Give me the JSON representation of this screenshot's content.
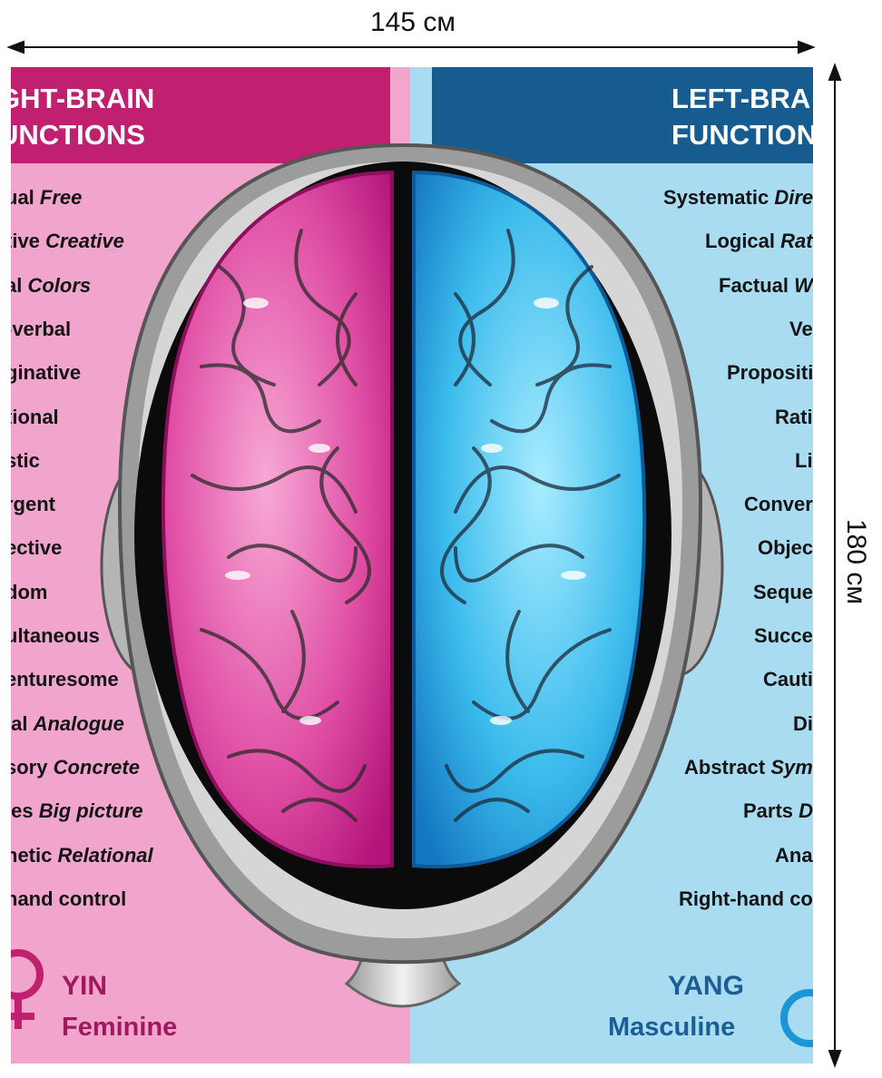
{
  "dimensions": {
    "width_label": "145 см",
    "height_label": "180 см"
  },
  "colors": {
    "right_brain_bg": "#f1a5cc",
    "right_brain_header": "#c0206f",
    "left_brain_bg": "#a9dcf1",
    "left_brain_header": "#175c91",
    "yin_text": "#a0195f",
    "yang_text": "#1b5e93"
  },
  "right_brain": {
    "title_line1": "GHT-BRAIN",
    "title_line2": "UNCTIONS",
    "items": [
      {
        "text": "ual",
        "italic": "Free"
      },
      {
        "text": "tive",
        "italic": "Creative"
      },
      {
        "text": "al",
        "italic": "Colors"
      },
      {
        "text": "-verbal",
        "italic": ""
      },
      {
        "text": "ginative",
        "italic": ""
      },
      {
        "text": "tional",
        "italic": ""
      },
      {
        "text": "stic",
        "italic": ""
      },
      {
        "text": "rgent",
        "italic": ""
      },
      {
        "text": "ective",
        "italic": ""
      },
      {
        "text": "dom",
        "italic": ""
      },
      {
        "text": "ultaneous",
        "italic": ""
      },
      {
        "text": "enturesome",
        "italic": ""
      },
      {
        "text": "ial",
        "italic": "Analogue"
      },
      {
        "text": "sory",
        "italic": "Concrete"
      },
      {
        "text": "les",
        "italic": "Big picture"
      },
      {
        "text": "hetic",
        "italic": "Relational"
      },
      {
        "text": "hand control",
        "italic": ""
      }
    ],
    "yin_label": "YIN",
    "yin_sub": "Feminine",
    "symbol_icon": "female-symbol-icon"
  },
  "left_brain": {
    "title_line1": "LEFT-BRA",
    "title_line2": "FUNCTION",
    "items": [
      {
        "text": "Systematic",
        "italic": "Dire"
      },
      {
        "text": "Logical",
        "italic": "Rat"
      },
      {
        "text": "Factual",
        "italic": "W"
      },
      {
        "text": "Ve",
        "italic": ""
      },
      {
        "text": "Propositi",
        "italic": ""
      },
      {
        "text": "Rati",
        "italic": ""
      },
      {
        "text": "Li",
        "italic": ""
      },
      {
        "text": "Conver",
        "italic": ""
      },
      {
        "text": "Objec",
        "italic": ""
      },
      {
        "text": "Seque",
        "italic": ""
      },
      {
        "text": "Succe",
        "italic": ""
      },
      {
        "text": "Cauti",
        "italic": ""
      },
      {
        "text": "Di",
        "italic": ""
      },
      {
        "text": "Abstract",
        "italic": "Sym"
      },
      {
        "text": "Parts",
        "italic": "D"
      },
      {
        "text": "Ana",
        "italic": ""
      },
      {
        "text": "Right-hand co",
        "italic": ""
      }
    ],
    "yang_label": "YANG",
    "yang_sub": "Masculine",
    "symbol_icon": "male-symbol-icon"
  }
}
